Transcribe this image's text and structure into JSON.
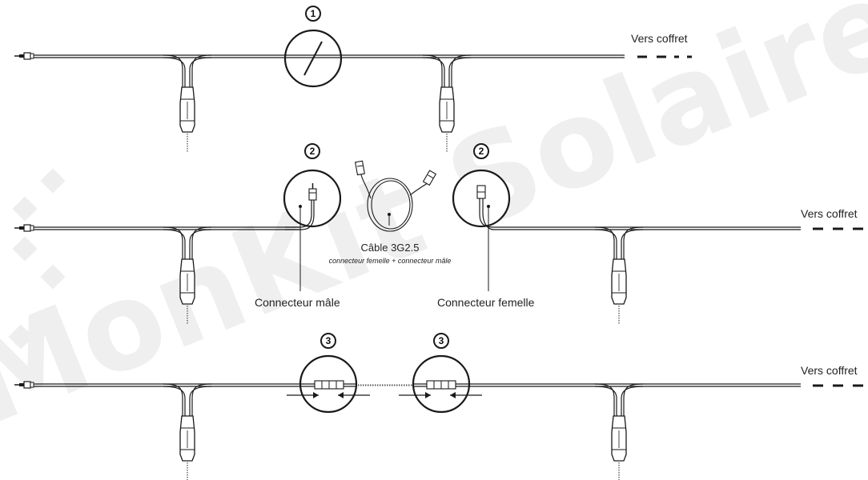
{
  "watermark": {
    "text": "MonKit Solaire"
  },
  "rows": [
    {
      "step_badges": [
        "1"
      ],
      "destination_label": "Vers coffret"
    },
    {
      "step_badges": [
        "2",
        "2"
      ],
      "destination_label": "Vers coffret",
      "male_connector_label": "Connecteur mâle",
      "female_connector_label": "Connecteur femelle",
      "cable": {
        "title": "Câble 3G2.5",
        "subtitle": "connecteur femelle + connecteur mâle"
      }
    },
    {
      "step_badges": [
        "3",
        "3"
      ],
      "destination_label": "Vers coffret"
    }
  ],
  "colors": {
    "line": "#1a1a1a",
    "watermark": "#ececec"
  }
}
